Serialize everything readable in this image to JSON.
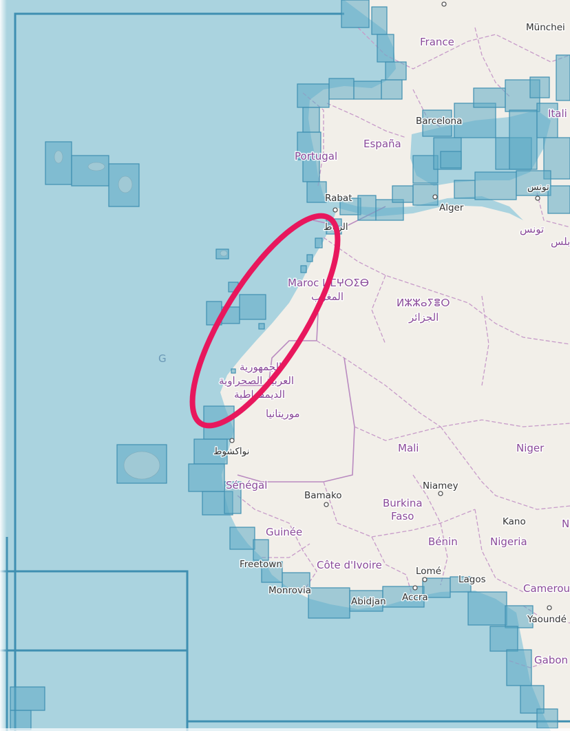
{
  "map": {
    "colors": {
      "sea": "#aad3df",
      "land": "#f2efe9",
      "chart_fill": "#5caac4",
      "chart_stroke": "#3f8fb1",
      "border": "#c79bc9",
      "highlight": "#e8175d"
    },
    "labels": {
      "munchen": "Münchei",
      "france": "France",
      "barcelona": "Barcelona",
      "espana": "España",
      "portugal": "Portugal",
      "italia": "Itali",
      "tunis_ar": "تونس",
      "tunis_ar2": "تونس",
      "tripoli_ar": "طرابلس",
      "rabat": "Rabat",
      "rabat_ar": "الرباط",
      "alger": "Alger",
      "maroc": "Maroc ⵍⵎⵖⵔⵉⴱ",
      "maroc_ar": "المغرب",
      "algerie_tf": "ⵍⵣⵣⴰⵢⴻⵔ",
      "algerie_ar": "الجزائر",
      "ocean_g": "G",
      "sahrawi_1": "الجمهورية",
      "sahrawi_2": "العربية الصحراوية",
      "sahrawi_3": "الديمقراطية",
      "mauritanie": "موريتانيا",
      "nouakchott": "نواكشوط",
      "senegal": "Sénégal",
      "mali": "Mali",
      "niger": "Niger",
      "niamey": "Niamey",
      "bamako": "Bamako",
      "burkina": "Burkina",
      "faso": "Faso",
      "guinee": "Guinée",
      "kano": "Kano",
      "n_edge": "N",
      "benin": "Bénin",
      "nigeria": "Nigeria",
      "freetown": "Freetown",
      "cote_divoire": "Côte d'Ivoire",
      "lome": "Lomé",
      "lagos": "Lagos",
      "monrovia": "Monrovia",
      "abidjan": "Abidjan",
      "accra": "Accra",
      "cameroun": "Camerou",
      "yaounde": "Yaoundé",
      "gabon": "Gabon"
    }
  }
}
